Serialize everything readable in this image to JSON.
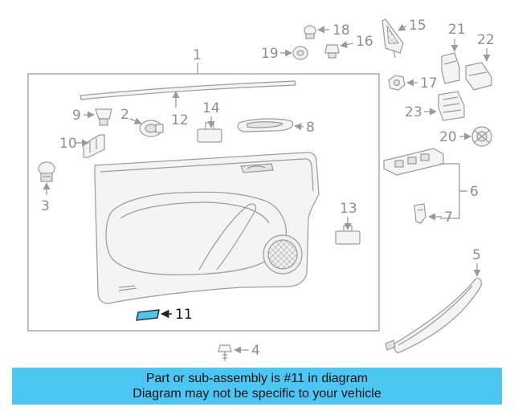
{
  "callouts": {
    "n1": "1",
    "n2": "2",
    "n3": "3",
    "n4": "4",
    "n5": "5",
    "n6": "6",
    "n7": "7",
    "n8": "8",
    "n9": "9",
    "n10": "10",
    "n11": "11",
    "n12": "12",
    "n13": "13",
    "n14": "14",
    "n15": "15",
    "n16": "16",
    "n17": "17",
    "n18": "18",
    "n19": "19",
    "n20": "20",
    "n21": "21",
    "n22": "22",
    "n23": "23"
  },
  "highlighted_part": "11",
  "colors": {
    "highlight_fill": "#4cc6f2",
    "banner_bg": "#4cc6f2",
    "line_gray": "#9a9a9a"
  },
  "banner": {
    "line1": "Part or sub-assembly is #11 in diagram",
    "line2": "Diagram may not be specific to your vehicle"
  }
}
